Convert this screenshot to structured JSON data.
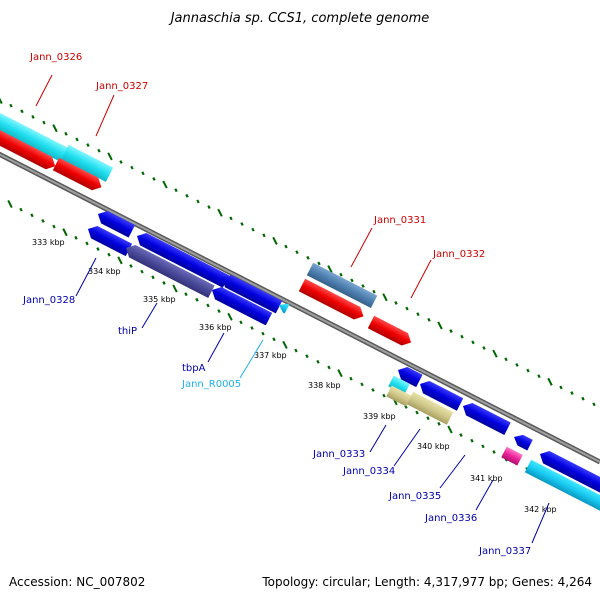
{
  "title": "Jannaschia sp. CCS1, complete genome",
  "footer": {
    "accession": "Accession: NC_007802",
    "summary": "Topology: circular; Length: 4,317,977 bp; Genes: 4,264"
  },
  "colors": {
    "forward_cds": "#ee0000",
    "reverse_cds": "#0000dd",
    "forward_label": "#cc0000",
    "reverse_label": "#0000aa",
    "cyan_feature": "#22e0f0",
    "rna_label": "#20b0f0",
    "tick": "#006600",
    "backbone": "#888888"
  },
  "ticks": {
    "labels": [
      "333 kbp",
      "334 kbp",
      "335 kbp",
      "336 kbp",
      "337 kbp",
      "338 kbp",
      "339 kbp",
      "340 kbp",
      "341 kbp",
      "342 kbp"
    ]
  },
  "genes": {
    "forward": [
      {
        "label": "Jann_0326"
      },
      {
        "label": "Jann_0327"
      },
      {
        "label": "Jann_0331"
      },
      {
        "label": "Jann_0332"
      }
    ],
    "reverse": [
      {
        "label": "Jann_0328"
      },
      {
        "label": "thiP"
      },
      {
        "label": "tbpA"
      },
      {
        "label": "Jann_R0005"
      },
      {
        "label": "Jann_0333"
      },
      {
        "label": "Jann_0334"
      },
      {
        "label": "Jann_0335"
      },
      {
        "label": "Jann_0336"
      },
      {
        "label": "Jann_0337"
      }
    ]
  }
}
